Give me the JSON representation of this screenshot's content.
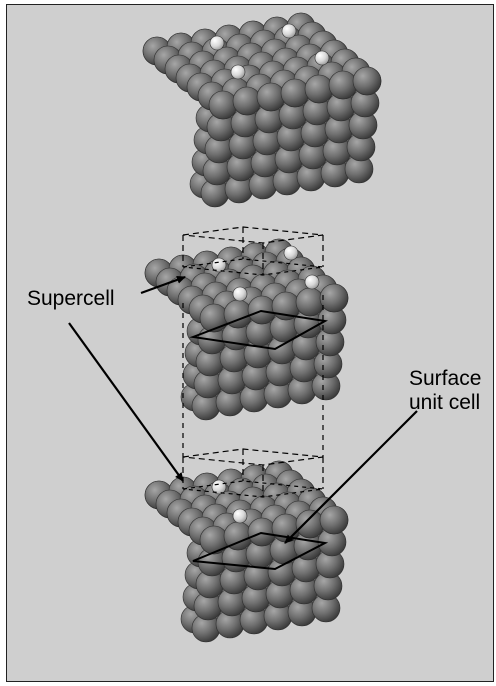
{
  "figure": {
    "labels": {
      "supercell": "Supercell",
      "surface_unit_cell_line1": "Surface",
      "surface_unit_cell_line2": "unit cell"
    },
    "slabs": [
      {
        "name": "top-slab",
        "atom_rows": 7,
        "atom_cols": 7,
        "adatoms": true
      },
      {
        "name": "middle-slab",
        "atom_rows": 6,
        "atom_cols": 6,
        "adatoms": true
      },
      {
        "name": "bottom-slab",
        "atom_rows": 6,
        "atom_cols": 6,
        "adatoms": true
      }
    ],
    "colors": {
      "background": "#cfcfcf",
      "atom_light": "#a6a6a6",
      "atom_dark": "#3c3c3c",
      "adatom_light": "#ffffff",
      "adatom_dark": "#a0a0a0",
      "lines": "#000000"
    },
    "icons": [
      "supercell-arrow",
      "surface-unit-cell-arrow"
    ]
  }
}
